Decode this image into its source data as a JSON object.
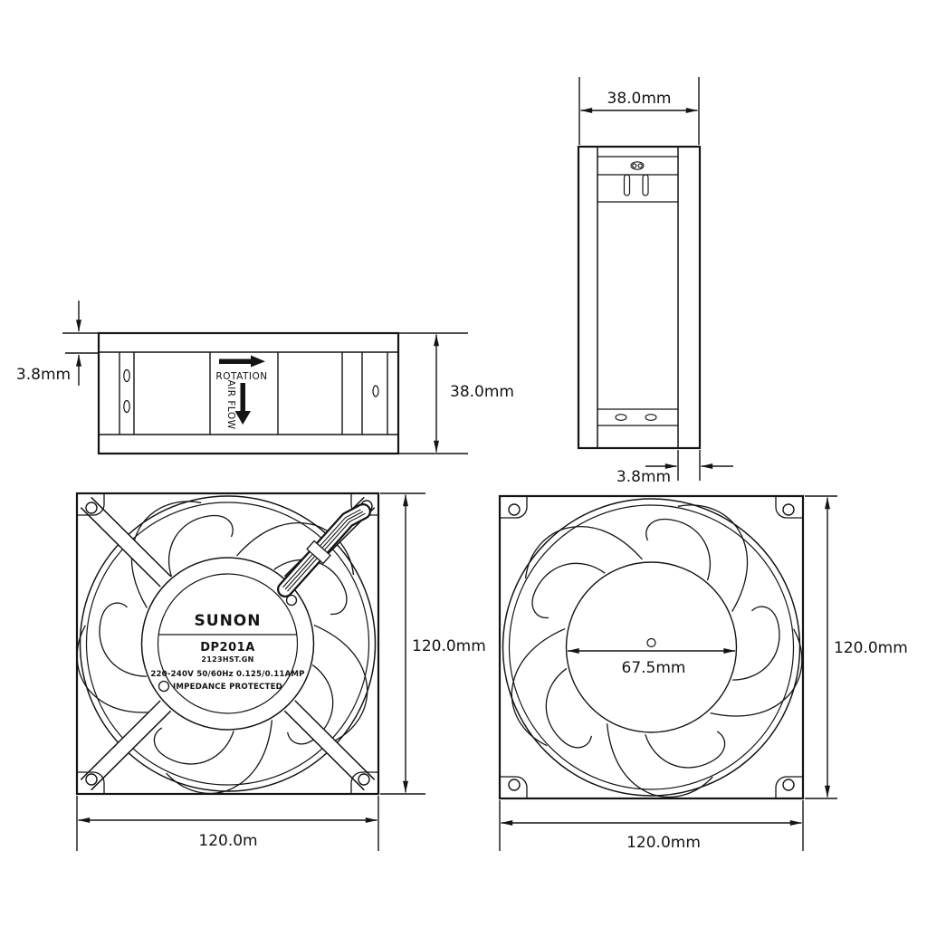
{
  "page": {
    "background": "#ffffff",
    "line_color": "#141414"
  },
  "views": {
    "side": {
      "rotation_label": "ROTATION",
      "airflow_label": "AIR FLOW",
      "dim_flange": "3.8mm",
      "dim_height": "38.0mm"
    },
    "profile": {
      "dim_width": "38.0mm",
      "dim_flange": "3.8mm"
    },
    "rear": {
      "hub": {
        "brand": "SUNON",
        "model": "DP201A",
        "part_number": "2123HST.GN",
        "electrical": "220-240V  50/60Hz 0.125/0.11AMP",
        "protection": "IMPEDANCE PROTECTED"
      },
      "dim_height": "120.0mm",
      "dim_width": "120.0m"
    },
    "front": {
      "dim_hub_diameter": "67.5mm",
      "dim_height": "120.0mm",
      "dim_width": "120.0mm"
    }
  }
}
